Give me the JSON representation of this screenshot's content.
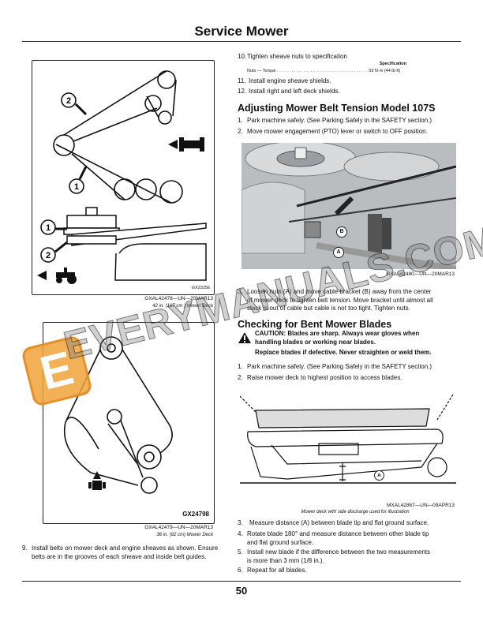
{
  "header": {
    "title": "Service Mower"
  },
  "left": {
    "fig1": {
      "code": "GX23256",
      "ref": "GXAL42478—UN—20MAR13",
      "caption": "42 in. (107 cm ) Mower Deck",
      "callout_1": "1",
      "callout_2": "2"
    },
    "fig2": {
      "code": "GX24798",
      "ref": "GXAL42479—UN—20MAR13",
      "caption": "36 in. (92 cm) Mower Deck"
    },
    "step9": {
      "n": "9.",
      "line1": "Install belts on mower deck and engine sheaves as shown. Ensure",
      "line2": "belts are in the grooves of each sheave and inside belt guides."
    }
  },
  "right": {
    "step10": {
      "n": "10.",
      "text": "Tighten sheave nuts to specification"
    },
    "spec": {
      "heading": "Specification",
      "label": "Nuts — Torque",
      "value": "59 N·m (44 lb-ft)"
    },
    "step11": {
      "n": "11.",
      "text": "Install engine sheave shields."
    },
    "step12": {
      "n": "12.",
      "text": "Install right and left deck shields."
    },
    "belt_heading": "Adjusting Mower Belt Tension Model 107S",
    "belt_steps": [
      {
        "n": "1.",
        "text": "Park machine safely. (See Parking Safely in the SAFETY section.)"
      },
      {
        "n": "2.",
        "text": "Move mower engagement (PTO) lever or switch to OFF position."
      }
    ],
    "photo1": {
      "label_a": "A",
      "label_b": "B",
      "ref": "GXAL42480—UN—20MAR13"
    },
    "step3": {
      "n": "3.",
      "line1": "Loosen nuts (A) and move cable bracket (B) away from the center",
      "line2": "of mower deck to tighten belt tension. Move bracket until almost all",
      "line3": "slack is out of cable but cable is not too tight. Tighten nuts."
    },
    "blades_heading": "Checking for Bent Mower Blades",
    "caution": {
      "line1": "CAUTION: Blades are sharp. Always wear gloves when",
      "line2": "handling blades or working near blades.",
      "line3": "Replace blades if defective. Never straighten or weld them."
    },
    "blade_steps": [
      {
        "n": "1.",
        "text": "Park machine safely. (See Parking Safely in the SAFETY section.)"
      },
      {
        "n": "2.",
        "text": "Raise mower deck to highest position to access blades."
      }
    ],
    "photo2": {
      "label_a": "A",
      "ref": "MXAL42867—UN—09APR13",
      "caption": "Mower deck with side discharge used for illustration"
    },
    "final_steps": [
      {
        "n": "3.",
        "line1": "Measure distance (A) between blade tip and flat ground surface.",
        "line2": ""
      },
      {
        "n": "4.",
        "line1": "Rotate blade 180° and measure distance between other blade tip",
        "line2": "and flat ground surface."
      },
      {
        "n": "5.",
        "line1": "Install new blade if the difference between the two measurements",
        "line2": "is more than 3 mm (1/8 in.)."
      },
      {
        "n": "6.",
        "line1": "Repeat for all blades.",
        "line2": ""
      }
    ]
  },
  "watermark": {
    "letter": "E",
    "text": "EVERYMANUALS.COM"
  },
  "footer": {
    "page": "50"
  },
  "colors": {
    "watermark_orange": "#f0a23a",
    "text": "#111111",
    "photo_gray": "#bfc3c6"
  }
}
